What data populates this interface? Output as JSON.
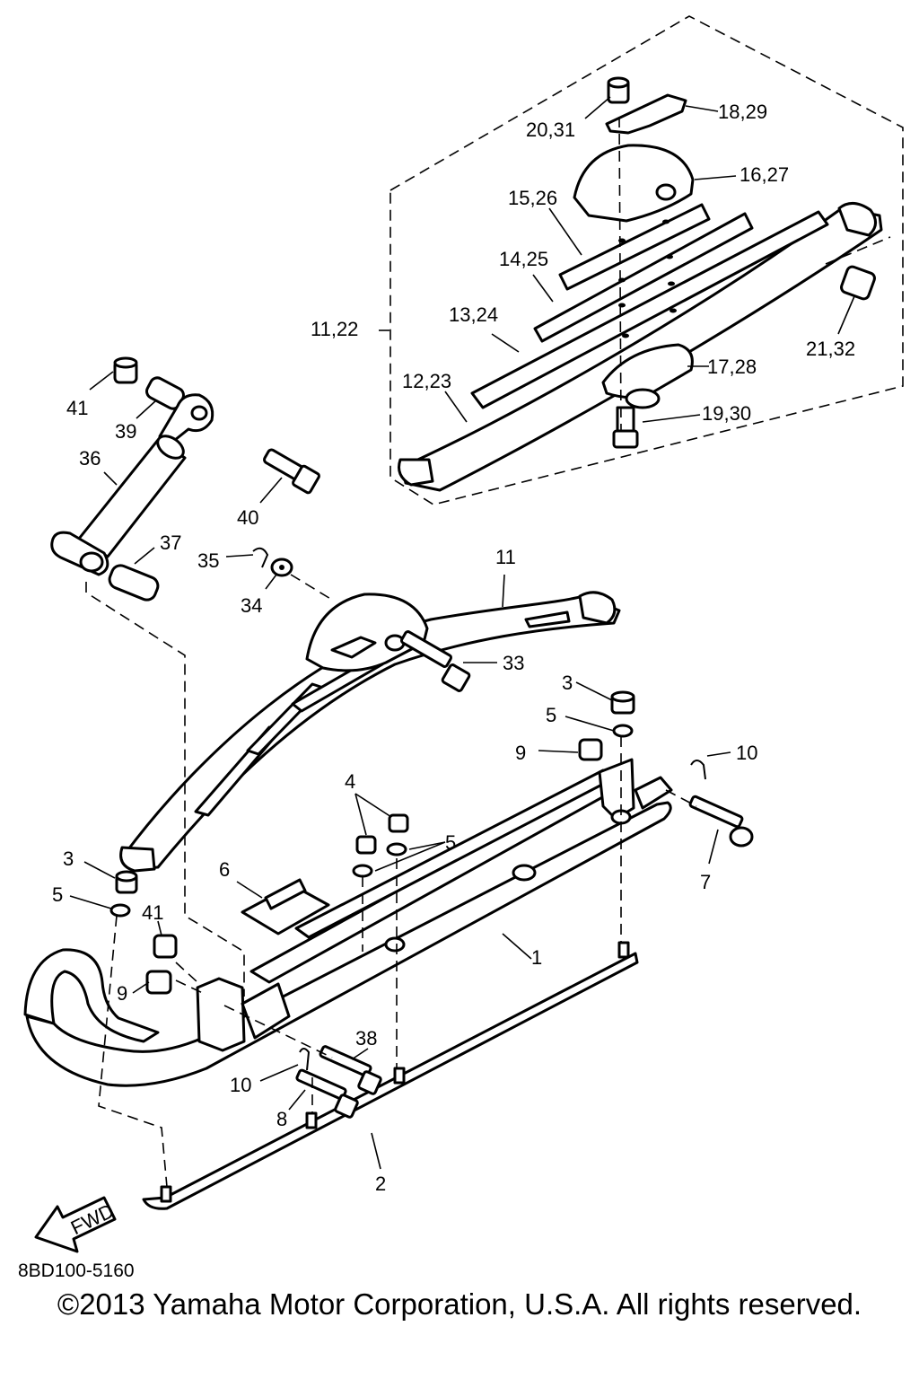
{
  "callouts": [
    {
      "id": "c-20-31",
      "text": "20,31"
    },
    {
      "id": "c-18-29",
      "text": "18,29"
    },
    {
      "id": "c-16-27",
      "text": "16,27"
    },
    {
      "id": "c-15-26",
      "text": "15,26"
    },
    {
      "id": "c-14-25",
      "text": "14,25"
    },
    {
      "id": "c-13-24",
      "text": "13,24"
    },
    {
      "id": "c-11-22",
      "text": "11,22"
    },
    {
      "id": "c-12-23",
      "text": "12,23"
    },
    {
      "id": "c-17-28",
      "text": "17,28"
    },
    {
      "id": "c-21-32",
      "text": "21,32"
    },
    {
      "id": "c-19-30",
      "text": "19,30"
    },
    {
      "id": "c-41a",
      "text": "41"
    },
    {
      "id": "c-39",
      "text": "39"
    },
    {
      "id": "c-36",
      "text": "36"
    },
    {
      "id": "c-40",
      "text": "40"
    },
    {
      "id": "c-37",
      "text": "37"
    },
    {
      "id": "c-35",
      "text": "35"
    },
    {
      "id": "c-34",
      "text": "34"
    },
    {
      "id": "c-11",
      "text": "11"
    },
    {
      "id": "c-33",
      "text": "33"
    },
    {
      "id": "c-3a",
      "text": "3"
    },
    {
      "id": "c-5a",
      "text": "5"
    },
    {
      "id": "c-9a",
      "text": "9"
    },
    {
      "id": "c-10a",
      "text": "10"
    },
    {
      "id": "c-4",
      "text": "4"
    },
    {
      "id": "c-5b",
      "text": "5"
    },
    {
      "id": "c-7",
      "text": "7"
    },
    {
      "id": "c-3b",
      "text": "3"
    },
    {
      "id": "c-5c",
      "text": "5"
    },
    {
      "id": "c-6",
      "text": "6"
    },
    {
      "id": "c-41b",
      "text": "41"
    },
    {
      "id": "c-1",
      "text": "1"
    },
    {
      "id": "c-9b",
      "text": "9"
    },
    {
      "id": "c-38",
      "text": "38"
    },
    {
      "id": "c-10b",
      "text": "10"
    },
    {
      "id": "c-8",
      "text": "8"
    },
    {
      "id": "c-2",
      "text": "2"
    }
  ],
  "fwd_label": "FWD",
  "diagram_code": "8BD100-5160",
  "copyright": "©2013 Yamaha Motor Corporation, U.S.A. All rights reserved."
}
